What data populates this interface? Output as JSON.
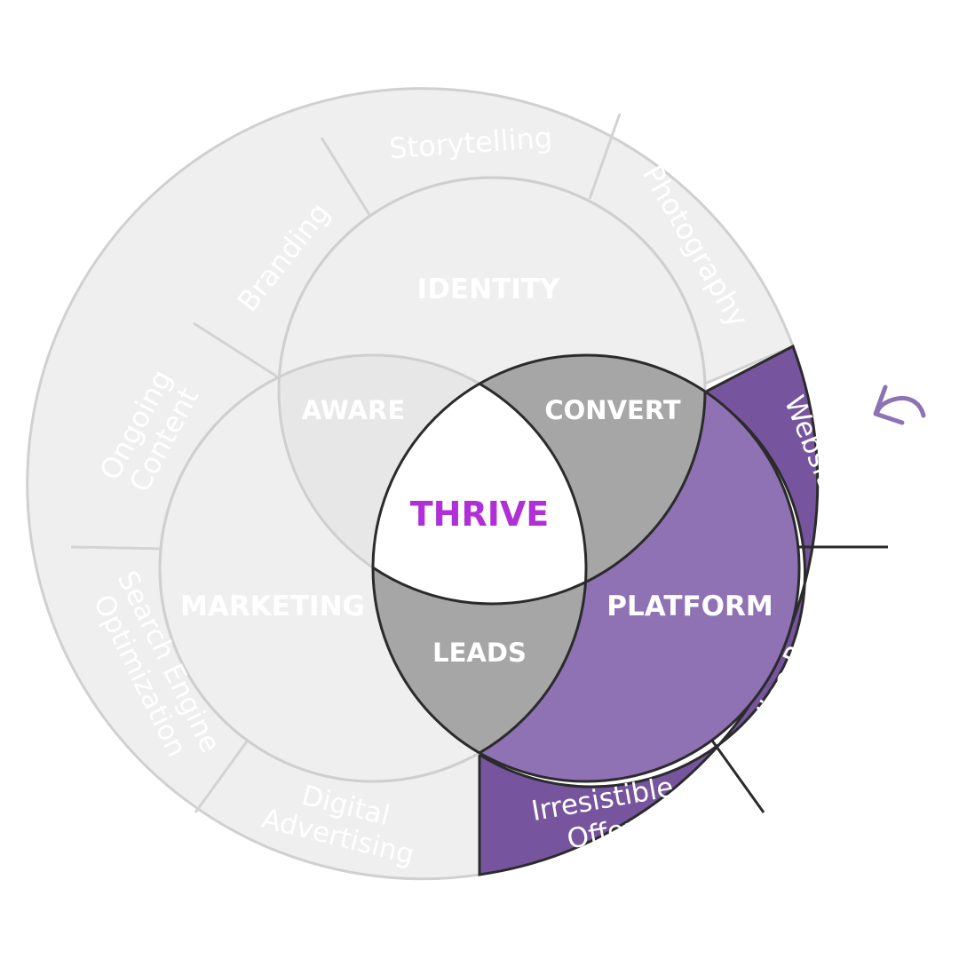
{
  "diagram": {
    "center": "THRIVE",
    "circles": {
      "identity": "IDENTITY",
      "marketing": "MARKETING",
      "platform": "PLATFORM"
    },
    "overlaps": {
      "aware": "AWARE",
      "convert": "CONVERT",
      "leads": "LEADS"
    },
    "outer_ring": {
      "storytelling": "Storytelling",
      "branding": "Branding",
      "photography": "Photography",
      "ongoing_content": [
        "Ongoing",
        "Content"
      ],
      "search_engine_optimization": [
        "Search Engine",
        "Optimization"
      ],
      "digital_advertising": [
        "Digital",
        "Advertising"
      ],
      "website": "Website",
      "online_profiles": [
        "Online Profiles",
        "with Reviews"
      ],
      "irresistible_offers": [
        "Irresistible",
        "Offers"
      ]
    },
    "highlighted_circle": "platform",
    "colors": {
      "thrive_text": "#B12FD6",
      "platform_fill": "#8E72B4",
      "platform_ring": "#76559E",
      "overlap_fill": "#A6A6A6",
      "faded_fill": "#EFEFEF",
      "faded_overlap": "#E7E7E7",
      "faded_stroke": "#CFCFCF",
      "faded_text": "#FFFFFF",
      "accent_arrow": "#8E72B4"
    },
    "icons": [
      "rotate-arrow-icon"
    ]
  }
}
